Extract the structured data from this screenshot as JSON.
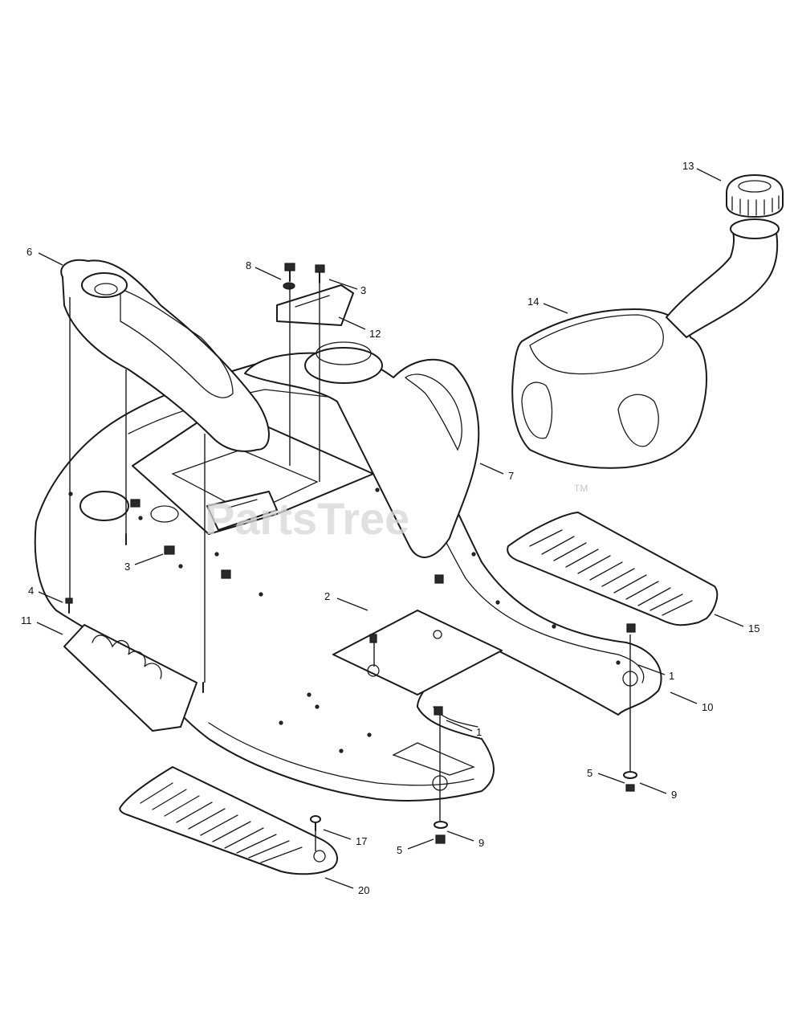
{
  "diagram": {
    "callouts": [
      {
        "id": "c13",
        "label": "13"
      },
      {
        "id": "c6",
        "label": "6"
      },
      {
        "id": "c8",
        "label": "8"
      },
      {
        "id": "c3a",
        "label": "3"
      },
      {
        "id": "c12",
        "label": "12"
      },
      {
        "id": "c14",
        "label": "14"
      },
      {
        "id": "c7",
        "label": "7"
      },
      {
        "id": "c3b",
        "label": "3"
      },
      {
        "id": "c4",
        "label": "4"
      },
      {
        "id": "c2",
        "label": "2"
      },
      {
        "id": "c15",
        "label": "15"
      },
      {
        "id": "c11",
        "label": "11"
      },
      {
        "id": "c1a",
        "label": "1"
      },
      {
        "id": "c10",
        "label": "10"
      },
      {
        "id": "c1b",
        "label": "1"
      },
      {
        "id": "c5a",
        "label": "5"
      },
      {
        "id": "c9a",
        "label": "9"
      },
      {
        "id": "c17",
        "label": "17"
      },
      {
        "id": "c5b",
        "label": "5"
      },
      {
        "id": "c9b",
        "label": "9"
      },
      {
        "id": "c20",
        "label": "20"
      }
    ],
    "watermark": "PartsTree",
    "trademark": "TM"
  }
}
